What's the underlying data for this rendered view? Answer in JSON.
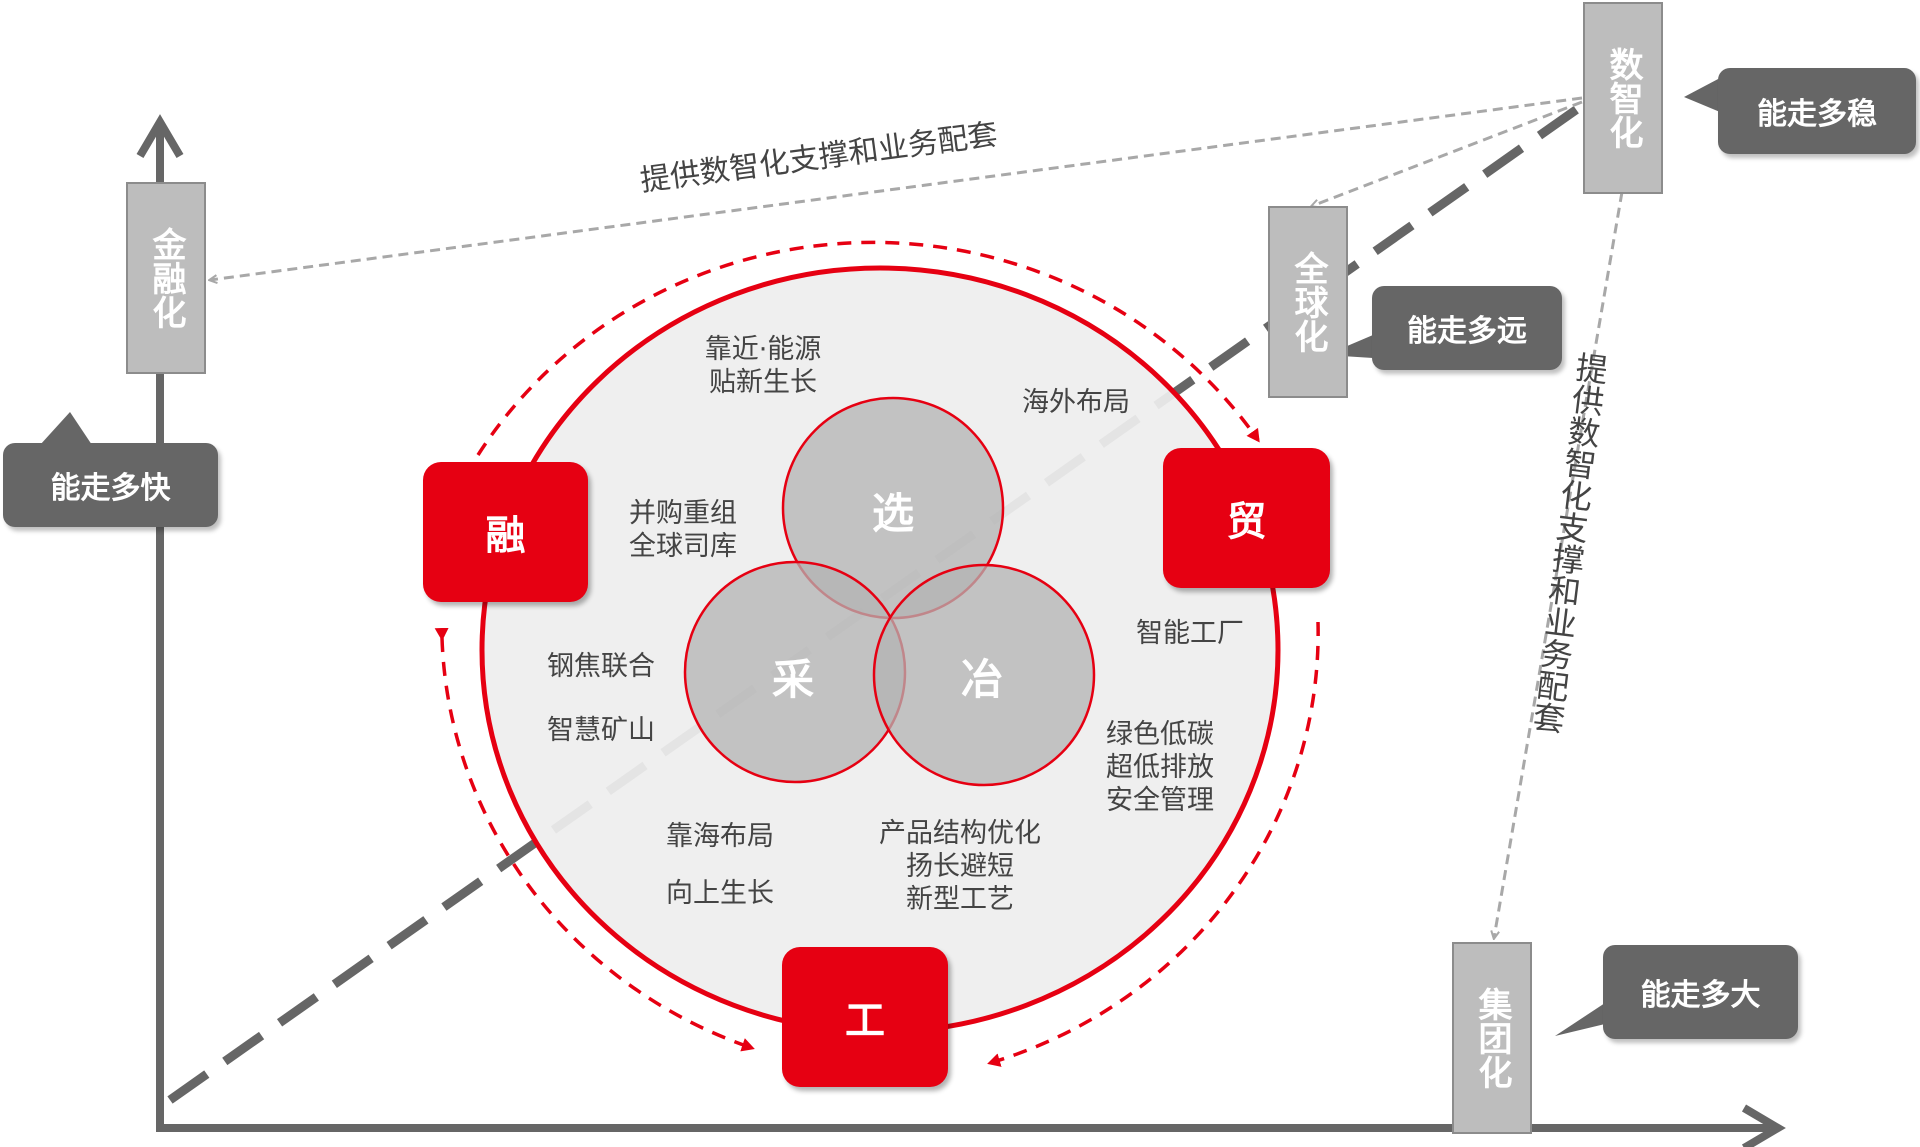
{
  "colors": {
    "red": "#e60012",
    "gray_box": "#bdbdbd",
    "callout": "#666666",
    "axis": "#666666",
    "dashed_gray": "#a8a8a8",
    "circle_fill": "#eeeeee",
    "venn_fill": "#b3b3b3"
  },
  "axes": {
    "icons": [
      "arrow-up-icon",
      "arrow-right-icon"
    ]
  },
  "dimensions": {
    "finance": "金融化",
    "global": "全球化",
    "digital": "数智化",
    "group": "集团化"
  },
  "callouts": {
    "fast": "能走多快",
    "far": "能走多远",
    "stable": "能走多稳",
    "big": "能走多大"
  },
  "support_text": {
    "diagonal": "提供数智化支撑和业务配套",
    "vertical": "提供数智化支撑和业务配套"
  },
  "cycle": {
    "rong": "融",
    "mao": "贸",
    "gong": "工"
  },
  "venn": {
    "xuan": "选",
    "cai": "采",
    "ye": "冶"
  },
  "labels": {
    "energy_1": "靠近·能源",
    "energy_2": "贴新生长",
    "overseas": "海外布局",
    "merger_1": "并购重组",
    "merger_2": "全球司库",
    "steel_coke": "钢焦联合",
    "smart_mine": "智慧矿山",
    "smart_factory": "智能工厂",
    "green_1": "绿色低碳",
    "green_2": "超低排放",
    "green_3": "安全管理",
    "coastal": "靠海布局",
    "upward": "向上生长",
    "product_1": "产品结构优化",
    "product_2": "扬长避短",
    "product_3": "新型工艺"
  }
}
